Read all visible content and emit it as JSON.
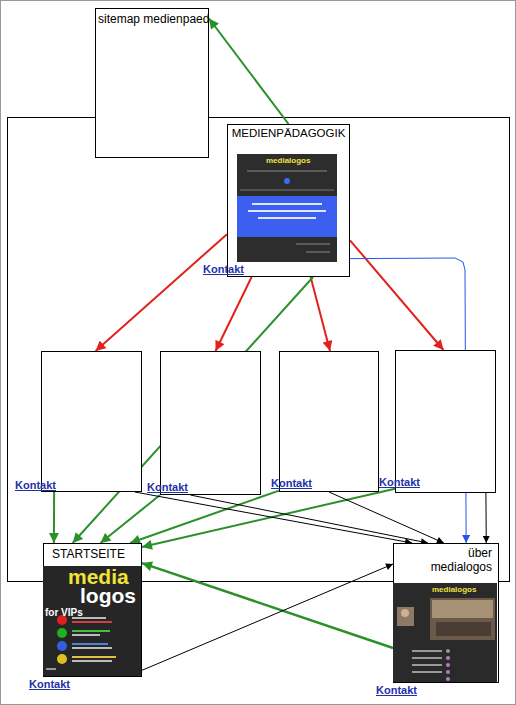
{
  "diagram": {
    "nodes": [
      {
        "text": [
          "sitemap medienpaed"
        ]
      },
      {
        "text": [
          "MEDIENPÄDAGOGIK",
          "Kontakt"
        ]
      },
      {
        "text": [
          "Kontakt"
        ]
      },
      {
        "text": [
          "Kontakt"
        ]
      },
      {
        "text": [
          "Kontakt"
        ]
      },
      {
        "text": [
          "Kontakt"
        ]
      },
      {
        "text": [
          "STARTSEITE",
          "Kontakt"
        ]
      },
      {
        "text": [
          "über medialogos",
          "Kontakt"
        ]
      }
    ],
    "edges": [
      {
        "from": 1,
        "to": 0,
        "arrow": "to"
      },
      {
        "from": 1,
        "to": 2,
        "arrow": "to"
      },
      {
        "from": 1,
        "to": 3,
        "arrow": "to"
      },
      {
        "from": 1,
        "to": 4,
        "arrow": "to"
      },
      {
        "from": 1,
        "to": 5,
        "arrow": "to"
      },
      {
        "from": 1,
        "to": 6,
        "arrow": "to"
      },
      {
        "from": 1,
        "to": 7,
        "arrow": "to"
      },
      {
        "from": 2,
        "to": 6,
        "arrow": "to"
      },
      {
        "from": 3,
        "to": 6,
        "arrow": "to"
      },
      {
        "from": 4,
        "to": 6,
        "arrow": "to"
      },
      {
        "from": 5,
        "to": 6,
        "arrow": "to"
      },
      {
        "from": 7,
        "to": 6,
        "arrow": "to"
      },
      {
        "from": 2,
        "to": 7,
        "arrow": "to"
      },
      {
        "from": 3,
        "to": 7,
        "arrow": "to"
      },
      {
        "from": 4,
        "to": 7,
        "arrow": "to"
      },
      {
        "from": 5,
        "to": 7,
        "arrow": "to"
      },
      {
        "from": 6,
        "to": 7,
        "arrow": "to"
      }
    ],
    "labels": [
      "medialogos",
      "media",
      "logos",
      "for VIPs",
      "medialogos"
    ]
  }
}
